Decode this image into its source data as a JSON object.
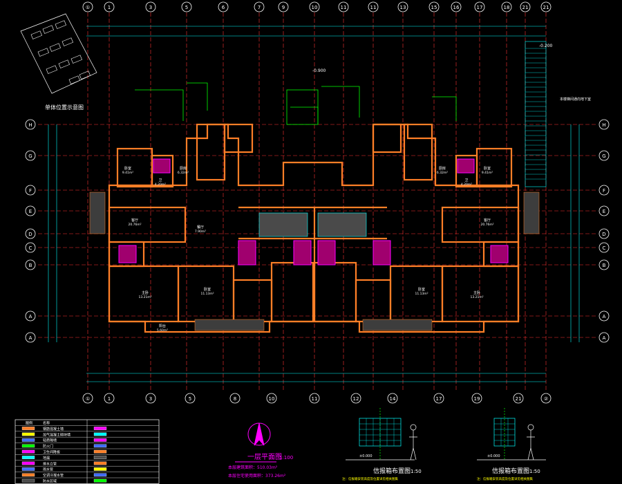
{
  "drawing": {
    "title_plan": "一层平面图",
    "scale_plan": "1:100",
    "note_1": "本层建筑面积：510.03m²",
    "note_2": "本层住宅使用面积：373.26m²",
    "key_plan_title": "单体位置示意图",
    "detail_left_title": "信报箱布置图",
    "detail_left_scale": "1:50",
    "detail_right_title": "信报箱布置图",
    "detail_right_scale": "1:50",
    "detail_left_note": "注：信报箱安装高度及位置详见相关图集",
    "detail_right_note": "注：信报箱安装高度及位置详见相关图集",
    "elev_left": "±0.000",
    "elev_right": "±0.000",
    "elev_top": "-0.900",
    "elev_top_right": "-0.200",
    "side_note": "本楼梯间通向地下室"
  },
  "grid_columns_top": [
    "①",
    "1",
    "3",
    "5",
    "6",
    "7",
    "9",
    "10",
    "11",
    "11",
    "13",
    "15",
    "16",
    "17",
    "18",
    "21",
    "21",
    "②"
  ],
  "grid_columns_bottom": [
    "①",
    "1",
    "3",
    "5",
    "8",
    "10",
    "11",
    "12",
    "14",
    "17",
    "19",
    "21",
    "②"
  ],
  "grid_rows": [
    "H",
    "G",
    "F",
    "E",
    "D",
    "C",
    "B",
    "A",
    "A"
  ],
  "rooms": [
    {
      "name": "卧室",
      "area": "9.41m²"
    },
    {
      "name": "卫",
      "area": "4.20m²"
    },
    {
      "name": "厨房",
      "area": "6.32m²"
    },
    {
      "name": "客厅",
      "area": "20.76m²"
    },
    {
      "name": "餐厅",
      "area": "7.90m²"
    },
    {
      "name": "主卧",
      "area": "13.21m²"
    },
    {
      "name": "卧室",
      "area": "11.13m²"
    },
    {
      "name": "阳台",
      "area": "5.60m²"
    },
    {
      "name": "卧室",
      "area": "9.41m²"
    },
    {
      "name": "卫",
      "area": "4.20m²"
    },
    {
      "name": "厨房",
      "area": "6.32m²"
    },
    {
      "name": "客厅",
      "area": "20.76m²"
    },
    {
      "name": "主卧",
      "area": "13.21m²"
    },
    {
      "name": "卧室",
      "area": "11.13m²"
    }
  ],
  "legend": {
    "rows": [
      {
        "sym": "图例",
        "desc": "名称"
      },
      {
        "sym": "",
        "desc": "钢筋混凝土墙"
      },
      {
        "sym": "",
        "desc": "加气混凝土砌块墙"
      },
      {
        "sym": "",
        "desc": "轻质隔墙"
      },
      {
        "sym": "",
        "desc": "防火门"
      },
      {
        "sym": "",
        "desc": "卫生间降板"
      },
      {
        "sym": "",
        "desc": "地漏"
      },
      {
        "sym": "",
        "desc": "排水立管"
      },
      {
        "sym": "",
        "desc": "雨水管"
      },
      {
        "sym": "",
        "desc": "空调冷凝水管"
      },
      {
        "sym": "",
        "desc": "防水区域"
      }
    ]
  },
  "colors": {
    "bg": "#000000",
    "wall": "#ff7f27",
    "grid": "#ff3333",
    "dim": "#00ffff",
    "accent": "#ff00ff",
    "annot": "#00ff00",
    "text": "#ffffff",
    "yellow": "#ffff00",
    "blue": "#3f6bff"
  }
}
